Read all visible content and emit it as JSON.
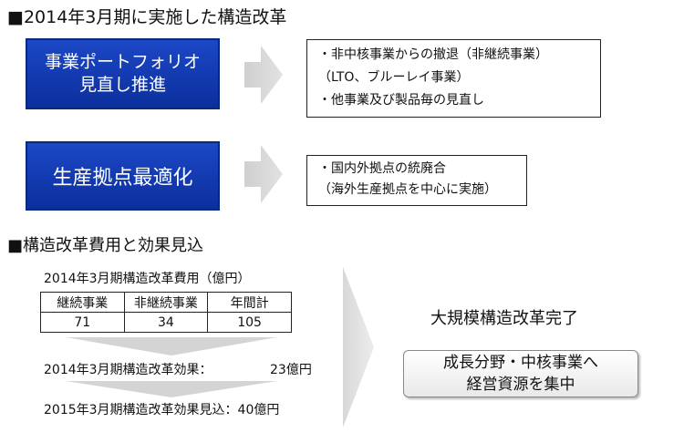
{
  "section1": {
    "heading": "■2014年3月期に実施した構造改革",
    "portfolio": {
      "label_line1": "事業ポートフォリオ",
      "label_line2": "見直し推進",
      "bullets": [
        "・非中核事業からの撤退（非継続事業）",
        "（LTO、ブルーレイ事業）",
        "・他事業及び製品毎の見直し"
      ]
    },
    "sites": {
      "label": "生産拠点最適化",
      "bullets": [
        "・国内外拠点の統廃合",
        "（海外生産拠点を中心に実施）"
      ]
    }
  },
  "section2": {
    "heading": "■構造改革費用と効果見込",
    "cost_title": "2014年3月期構造改革費用（億円）",
    "table": {
      "headers": [
        "継続事業",
        "非継続事業",
        "年間計"
      ],
      "values": [
        "71",
        "34",
        "105"
      ]
    },
    "effect_label": "2014年3月期構造改革効果：",
    "effect_value": "23億円",
    "forecast_line": "2015年3月期構造改革効果見込：40億円",
    "completion": "大規模構造改革完了",
    "result_line1": "成長分野・中核事業へ",
    "result_line2": "経営資源を集中"
  }
}
